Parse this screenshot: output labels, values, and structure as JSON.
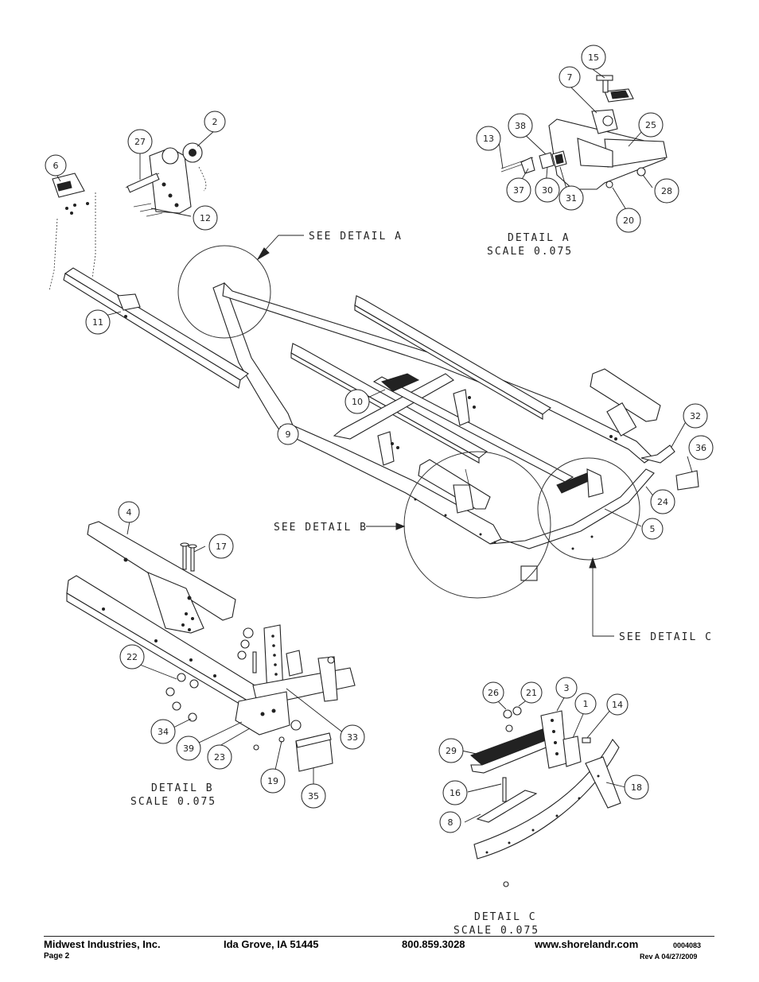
{
  "callouts": [
    {
      "id": "c1",
      "label": "1"
    },
    {
      "id": "c2",
      "label": "2"
    },
    {
      "id": "c3",
      "label": "3"
    },
    {
      "id": "c4",
      "label": "4"
    },
    {
      "id": "c5",
      "label": "5"
    },
    {
      "id": "c6",
      "label": "6"
    },
    {
      "id": "c7",
      "label": "7"
    },
    {
      "id": "c8",
      "label": "8"
    },
    {
      "id": "c9",
      "label": "9"
    },
    {
      "id": "c10",
      "label": "10"
    },
    {
      "id": "c11",
      "label": "11"
    },
    {
      "id": "c12",
      "label": "12"
    },
    {
      "id": "c13",
      "label": "13"
    },
    {
      "id": "c14",
      "label": "14"
    },
    {
      "id": "c15",
      "label": "15"
    },
    {
      "id": "c16",
      "label": "16"
    },
    {
      "id": "c17",
      "label": "17"
    },
    {
      "id": "c18",
      "label": "18"
    },
    {
      "id": "c19",
      "label": "19"
    },
    {
      "id": "c20",
      "label": "20"
    },
    {
      "id": "c21",
      "label": "21"
    },
    {
      "id": "c22",
      "label": "22"
    },
    {
      "id": "c23",
      "label": "23"
    },
    {
      "id": "c24",
      "label": "24"
    },
    {
      "id": "c25",
      "label": "25"
    },
    {
      "id": "c26",
      "label": "26"
    },
    {
      "id": "c27",
      "label": "27"
    },
    {
      "id": "c28",
      "label": "28"
    },
    {
      "id": "c29",
      "label": "29"
    },
    {
      "id": "c30",
      "label": "30"
    },
    {
      "id": "c31",
      "label": "31"
    },
    {
      "id": "c32",
      "label": "32"
    },
    {
      "id": "c33",
      "label": "33"
    },
    {
      "id": "c34",
      "label": "34"
    },
    {
      "id": "c35",
      "label": "35"
    },
    {
      "id": "c36",
      "label": "36"
    },
    {
      "id": "c37",
      "label": "37"
    },
    {
      "id": "c38",
      "label": "38"
    },
    {
      "id": "c39",
      "label": "39"
    }
  ],
  "captions": {
    "see_detail_a": "SEE DETAIL A",
    "see_detail_b": "SEE DETAIL B",
    "see_detail_c": "SEE DETAIL C",
    "detail_a_title": "DETAIL A",
    "detail_a_scale": "SCALE 0.075",
    "detail_b_title": "DETAIL B",
    "detail_b_scale": "SCALE 0.075",
    "detail_c_title": "DETAIL C",
    "detail_c_scale": "SCALE 0.075"
  },
  "footer": {
    "company": "Midwest Industries, Inc.",
    "page": "Page 2",
    "location": "Ida Grove, IA  51445",
    "phone": "800.859.3028",
    "website": "www.shorelandr.com",
    "doc_number": "0004083",
    "revision": "Rev  A  04/27/2009"
  }
}
